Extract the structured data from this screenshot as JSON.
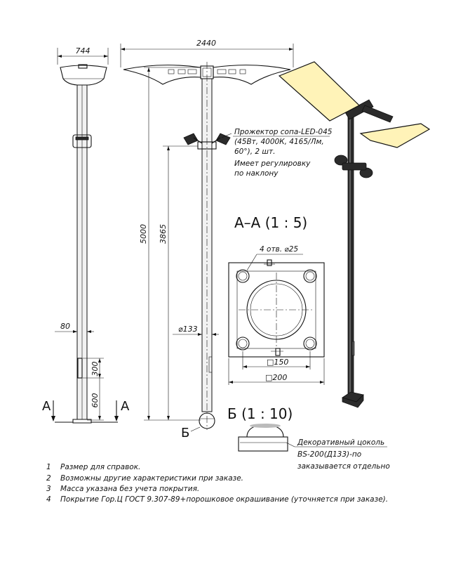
{
  "dimensions": {
    "top_width_front": "744",
    "top_width_side": "2440",
    "height_total": "5000",
    "height_mount": "3865",
    "door_width": "80",
    "door_height": "300",
    "door_elev": "600",
    "pole_dia": "⌀133"
  },
  "section_marks": {
    "left": "А",
    "right": "А",
    "b_mark": "Б"
  },
  "projector_note": {
    "line1": "Прожектор сопа-LED-045",
    "line2": "(45Вт, 4000К, 4165/Лм,",
    "line3": "60°), 2 шт.",
    "line4": "Имеет регулировку",
    "line5": "по наклону"
  },
  "section_aa": {
    "title": "А–А (1 : 5)",
    "holes_label": "4 отв. ⌀25",
    "inner_square": "□150",
    "outer_square": "□200"
  },
  "section_b": {
    "title": "Б (1 : 10)",
    "note_line1": "Декоративный цоколь",
    "note_line2": "BS-200(Д133)-по",
    "note_line3": "заказывается отдельно"
  },
  "notes": [
    {
      "num": "1",
      "text": "Размер для справок."
    },
    {
      "num": "2",
      "text": "Возможны другие характеристики при заказе."
    },
    {
      "num": "3",
      "text": "Масса указана без учета покрытия."
    },
    {
      "num": "4",
      "text": "Покрытие Гор.Ц ГОСТ 9.307-89+порошковое окрашивание (уточняется при заказе)."
    }
  ],
  "colors": {
    "lamp_fill": "#fff3b8",
    "line": "#111111",
    "metal": "#2b2b2b"
  }
}
